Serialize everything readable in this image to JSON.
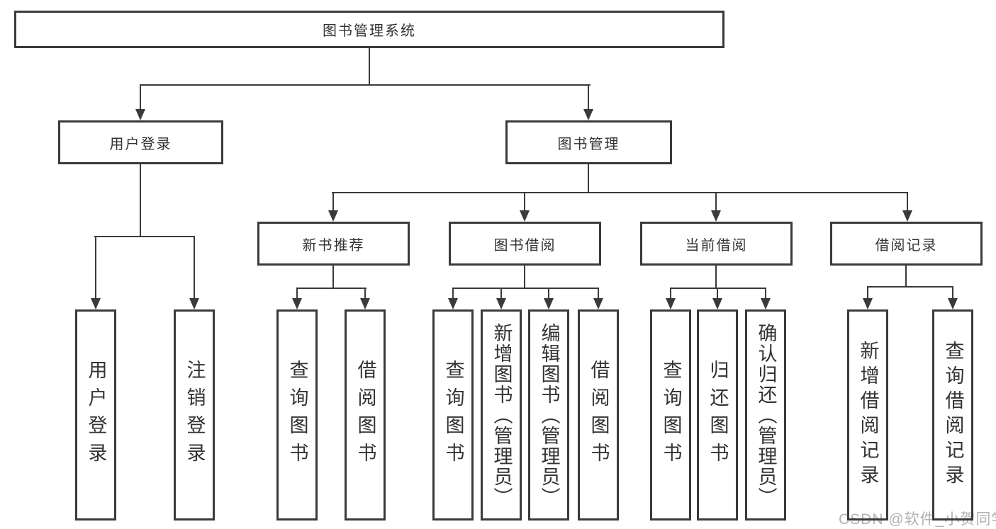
{
  "tree": {
    "root": "图书管理系统",
    "branches": [
      {
        "label": "用户登录",
        "children": [
          "用户登录",
          "注销登录"
        ]
      },
      {
        "label": "图书管理",
        "sub": [
          {
            "label": "新书推荐",
            "children": [
              "查询图书",
              "借阅图书"
            ]
          },
          {
            "label": "图书借阅",
            "children": [
              "查询图书",
              "新增图书（管理员）",
              "编辑图书（管理员）",
              "借阅图书"
            ]
          },
          {
            "label": "当前借阅",
            "children": [
              "查询图书",
              "归还图书",
              "确认归还（管理员）"
            ]
          },
          {
            "label": "借阅记录",
            "children": [
              "新增借阅记录",
              "查询借阅记录"
            ]
          }
        ]
      }
    ]
  },
  "watermark": "CSDN @软件_小贺同学",
  "colors": {
    "line": "#3a3a3a",
    "text": "#333333",
    "watermark": "#b2b2b2",
    "background": "#ffffff"
  }
}
